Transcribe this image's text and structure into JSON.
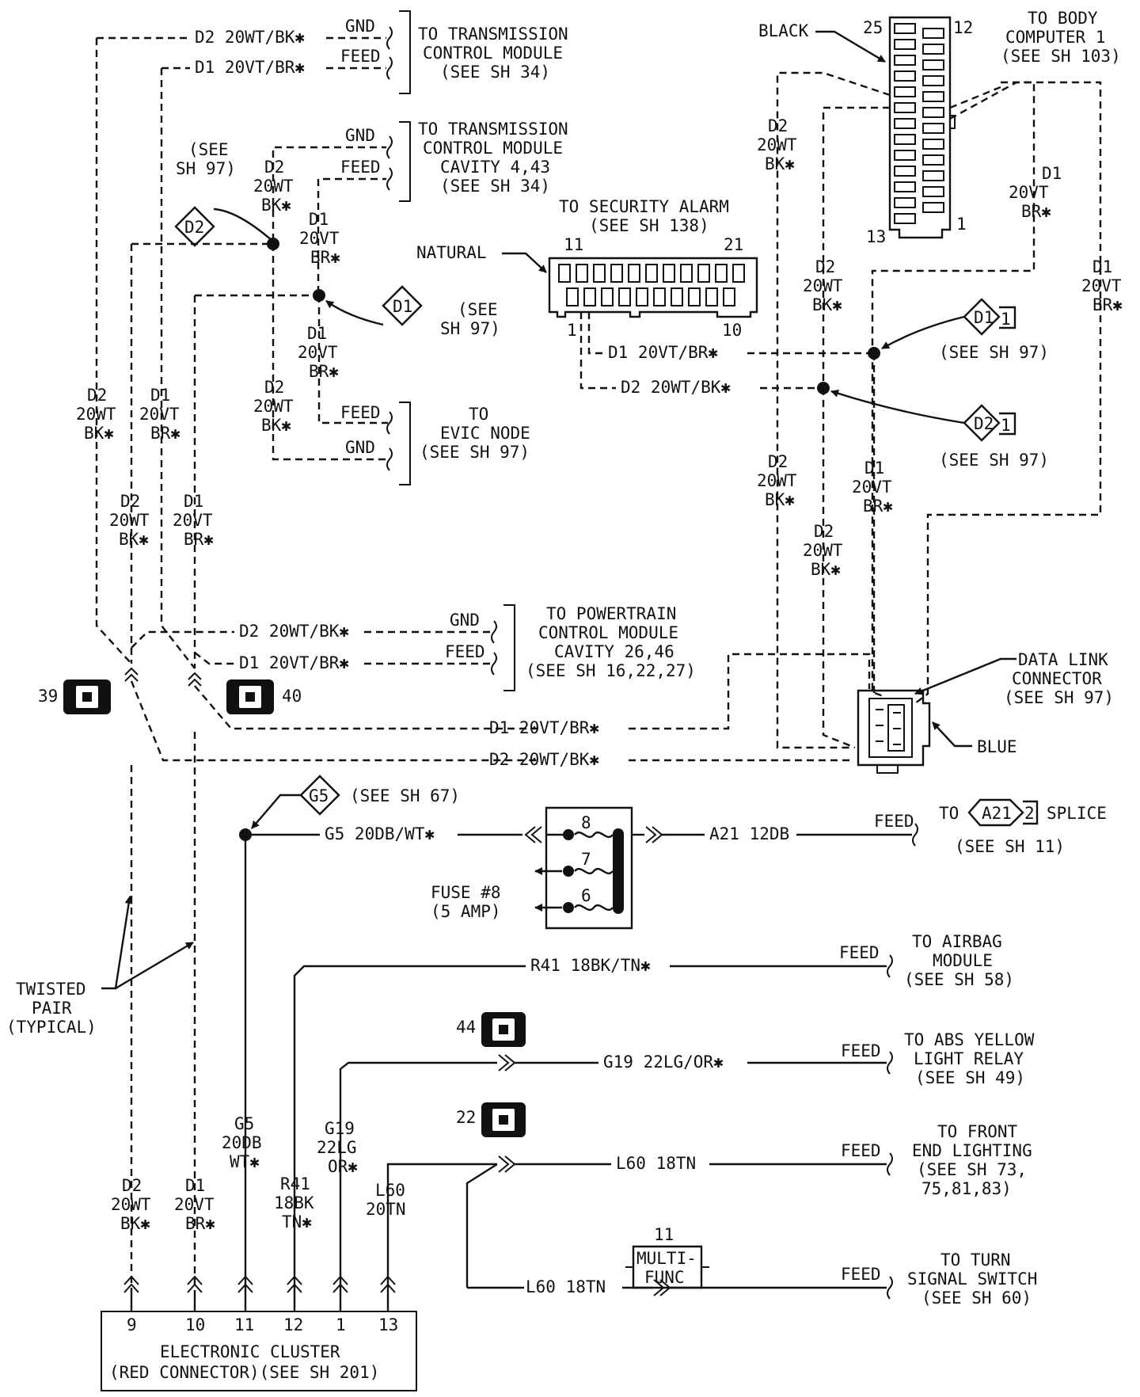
{
  "tcm1": {
    "gnd": "GND",
    "feed": "FEED",
    "d2": "D2 20WT/BK✱",
    "d1": "D1 20VT/BR✱",
    "title": [
      "TO TRANSMISSION",
      "CONTROL MODULE",
      "(SEE SH 34)"
    ]
  },
  "tcm2": {
    "gnd": "GND",
    "feed": "FEED",
    "title": [
      "TO TRANSMISSION",
      "CONTROL MODULE",
      "CAVITY 4,43",
      "(SEE SH 34)"
    ]
  },
  "see97a": [
    "(SEE",
    "SH 97)"
  ],
  "see97b": [
    "(SEE",
    "SH 97)"
  ],
  "splice_d2": "D2",
  "splice_d1": "D1",
  "wire_d2": [
    "D2",
    "20WT",
    "BK✱"
  ],
  "wire_d1": [
    "D1",
    "20VT",
    "BR✱"
  ],
  "evic": {
    "feed": "FEED",
    "gnd": "GND",
    "title": [
      "TO",
      "EVIC NODE",
      "(SEE SH 97)"
    ]
  },
  "security": {
    "title": [
      "TO SECURITY ALARM",
      "(SEE SH 138)"
    ],
    "color": "NATURAL",
    "pin11": "11",
    "pin21": "21",
    "pin1": "1",
    "pin10": "10",
    "d1": "D1 20VT/BR✱",
    "d2": "D2 20WT/BK✱"
  },
  "body": {
    "title": [
      "TO BODY",
      "COMPUTER 1",
      "(SEE SH 103)"
    ],
    "color": "BLACK",
    "pin25": "25",
    "pin12": "12",
    "pin13": "13",
    "pin1": "1"
  },
  "splice_right": {
    "d1": "D1",
    "d2": "D2",
    "tag": "1",
    "see": "(SEE SH 97)"
  },
  "ptcm": {
    "gnd": "GND",
    "feed": "FEED",
    "d2": "D2 20WT/BK✱",
    "d1": "D1 20VT/BR✱",
    "title": [
      "TO POWERTRAIN",
      "CONTROL MODULE",
      "CAVITY 26,46",
      "(SEE SH 16,22,27)"
    ]
  },
  "ground39": "39",
  "ground40": "40",
  "dlc": {
    "title": [
      "DATA LINK",
      "CONNECTOR",
      "(SEE SH 97)"
    ],
    "color": "BLUE",
    "d1": "D1 20VT/BR✱",
    "d2": "D2 20WT/BK✱"
  },
  "g5": {
    "splice": "G5",
    "see": "(SEE SH 67)",
    "wire": "G5 20DB/WT✱"
  },
  "fuse": {
    "label": [
      "FUSE #8",
      "(5 AMP)"
    ],
    "p8": "8",
    "p7": "7",
    "p6": "6"
  },
  "a21": {
    "wire": "A21 12DB",
    "feed": "FEED",
    "to": "TO",
    "splice": "A21",
    "num": "2",
    "word": "SPLICE",
    "see": "(SEE SH 11)"
  },
  "twisted": [
    "TWISTED",
    "PAIR",
    "(TYPICAL)"
  ],
  "airbag": {
    "wire": "R41 18BK/TN✱",
    "feed": "FEED",
    "title": [
      "TO AIRBAG",
      "MODULE",
      "(SEE SH 58)"
    ]
  },
  "ground44": "44",
  "abs": {
    "wire": "G19 22LG/OR✱",
    "feed": "FEED",
    "title": [
      "TO ABS YELLOW",
      "LIGHT RELAY",
      "(SEE SH 49)"
    ]
  },
  "ground22": "22",
  "front": {
    "wire": "L60 18TN",
    "feed": "FEED",
    "title": [
      "TO FRONT",
      "END LIGHTING",
      "(SEE SH 73,",
      "75,81,83)"
    ]
  },
  "multi": {
    "num": "11",
    "label": [
      "MULTI-",
      "FUNC"
    ]
  },
  "turn": {
    "wire": "L60 18TN",
    "feed": "FEED",
    "title": [
      "TO TURN",
      "SIGNAL SWITCH",
      "(SEE SH 60)"
    ]
  },
  "vert": {
    "g5": [
      "G5",
      "20DB",
      "WT✱"
    ],
    "r41": [
      "R41",
      "18BK",
      "TN✱"
    ],
    "g19": [
      "G19",
      "22LG",
      "OR✱"
    ],
    "l60": [
      "L60",
      "20TN"
    ]
  },
  "cluster": {
    "pins": [
      "9",
      "10",
      "11",
      "12",
      "1",
      "13"
    ],
    "title": "ELECTRONIC CLUSTER",
    "subtitle": "(RED CONNECTOR)(SEE SH 201)"
  }
}
